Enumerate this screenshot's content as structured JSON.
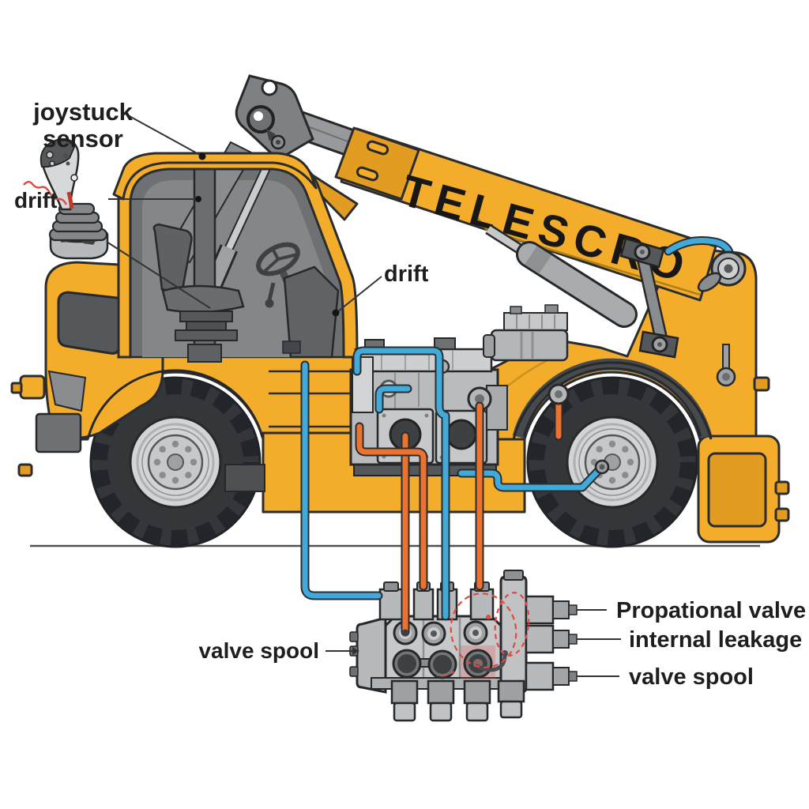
{
  "colors": {
    "body_yellow": "#F3AD2B",
    "body_yellow_dark": "#E39C22",
    "outline": "#2A2C2E",
    "machine_gray": "#B9BCBE",
    "cab_gray": "#84878A",
    "hose_blue": "#41AADB",
    "hose_orange": "#EA7331",
    "annotation_red": "#E04A42",
    "ground": "#4F5254",
    "label_ink": "#1E1E1E"
  },
  "labels": {
    "joystick_sensor_line1": "joystuck",
    "joystick_sensor_line2": "sensor",
    "drift_joystick": "drift",
    "drift_cab": "drift",
    "valve_spool_left": "valve spool",
    "proportional_valve": "Propational valve",
    "internal_leakage": "internal leakage",
    "valve_spool_right": "valve spool"
  },
  "boom": {
    "brand_text": "TELESCRO"
  }
}
